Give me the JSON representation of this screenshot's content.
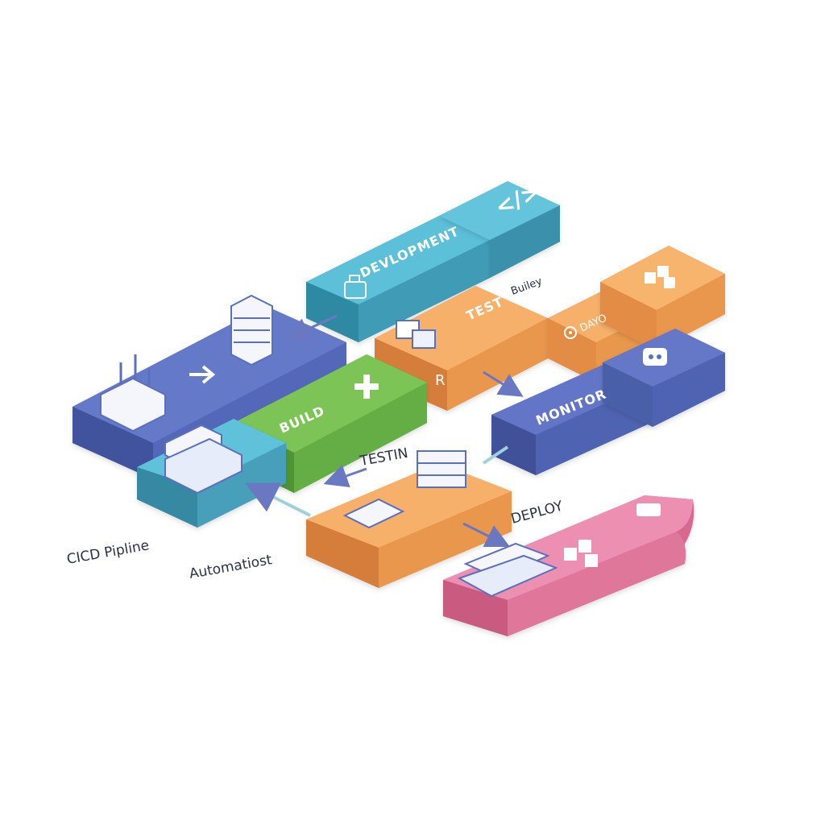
{
  "diagram": {
    "labels": {
      "development": "DEVLOPMENT",
      "test": "TEST",
      "build": "BUILD",
      "monitor": "MONITOR",
      "deploy": "DEPLOY",
      "testin": "TESTIN",
      "cicd": "CICD Pipline",
      "automation": "Automatiost",
      "small_right": "Builey",
      "small_r": "R",
      "dayo": "DAYO"
    },
    "colors": {
      "blue": "#5b6fbf",
      "teal": "#4cb2cc",
      "green": "#75bf4e",
      "orange": "#f3a45a",
      "pink": "#e27a9f",
      "arrow": "#6a78c2",
      "line": "#9fd0dc"
    },
    "icons": [
      "server-rack-icon",
      "code-brackets-icon",
      "flask-icon",
      "plus-icon",
      "test-boxes-icon",
      "puzzle-icon",
      "gear-icon",
      "robot-icon",
      "package-icon",
      "laptop-icon",
      "usb-icon",
      "rack-icon",
      "chart-icon"
    ]
  }
}
